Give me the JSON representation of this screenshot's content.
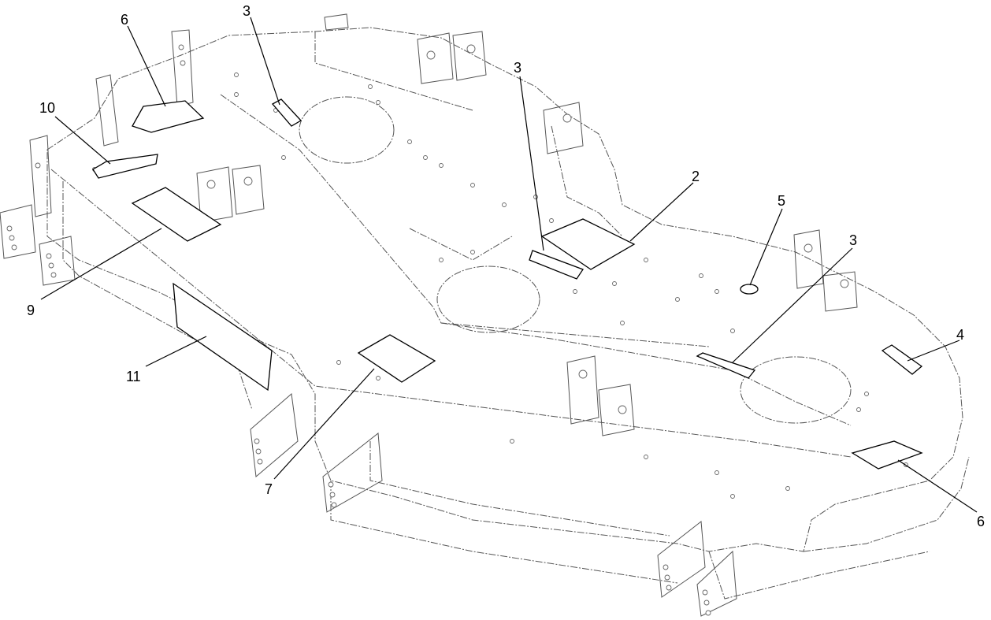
{
  "callouts": [
    {
      "id": "3a",
      "label": "3"
    },
    {
      "id": "6a",
      "label": "6"
    },
    {
      "id": "10",
      "label": "10"
    },
    {
      "id": "9",
      "label": "9"
    },
    {
      "id": "11",
      "label": "11"
    },
    {
      "id": "7",
      "label": "7"
    },
    {
      "id": "3b",
      "label": "3"
    },
    {
      "id": "2",
      "label": "2"
    },
    {
      "id": "5",
      "label": "5"
    },
    {
      "id": "3c",
      "label": "3"
    },
    {
      "id": "4",
      "label": "4"
    },
    {
      "id": "6b",
      "label": "6"
    }
  ],
  "colors": {
    "line": "#000000",
    "outline": "#555555",
    "background": "#ffffff"
  }
}
